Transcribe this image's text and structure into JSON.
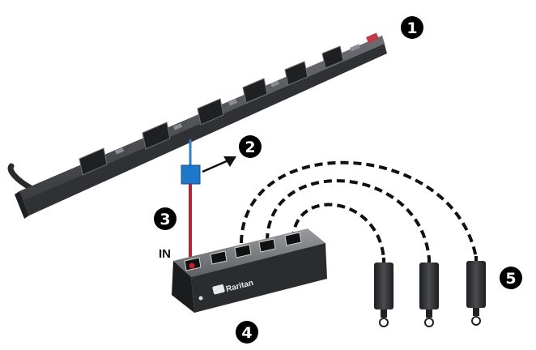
{
  "callouts": [
    {
      "id": "1",
      "text": "1"
    },
    {
      "id": "2",
      "text": "2"
    },
    {
      "id": "3",
      "text": "3"
    },
    {
      "id": "4",
      "text": "4"
    },
    {
      "id": "5",
      "text": "5"
    }
  ],
  "labels": {
    "in_port": "IN",
    "brand": "Raritan"
  },
  "colors": {
    "pdu_body": "#3b3d40",
    "hub_body": "#2b2c2e",
    "in_cable": "#c2202f",
    "pdu_cable": "#2f7fc9",
    "splitter": "#1f77c9",
    "sensor_cable": "#111111",
    "callout_fill": "#000000"
  },
  "icons": {
    "splitter": "blue-square-splitter",
    "arrow": "pointer-arrow"
  }
}
